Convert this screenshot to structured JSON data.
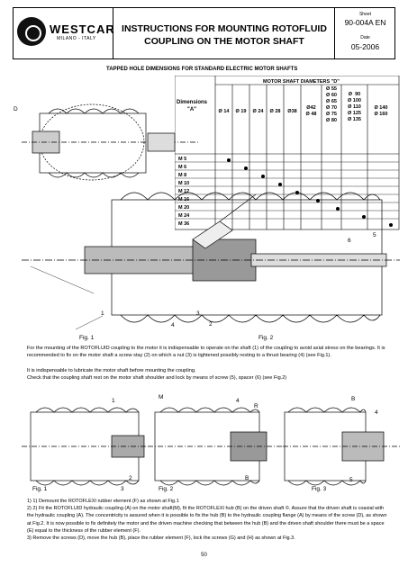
{
  "header": {
    "brand": "WESTCAR",
    "brand_sub": "MILANO - ITALY",
    "title_line1": "INSTRUCTIONS FOR MOUNTING ROTOFLUID",
    "title_line2": "COUPLING ON THE MOTOR SHAFT",
    "sheet_label": "Sheet",
    "sheet_value": "90-004A EN",
    "date_label": "Date",
    "date_value": "05-2006"
  },
  "table": {
    "heading": "TAPPED HOLE DIMENSIONS FOR STANDARD ELECTRIC MOTOR SHAFTS",
    "shaft_heading": "MOTOR SHAFT DIAMETERS \"D\"",
    "dims_label_1": "Dimensions",
    "dims_label_2": "\"A\"",
    "columns": [
      "Ø 14",
      "Ø 19",
      "Ø 24",
      "Ø 28",
      "Ø38",
      "Ø42\nØ 48",
      "Ø 55\nØ 60\nØ 65\nØ 70\nØ 75\nØ 80",
      "Ø  90\nØ 100\nØ 110\nØ 125\nØ 135",
      "Ø 140\nØ 160"
    ],
    "rows": [
      {
        "label": "M   5",
        "col": 0
      },
      {
        "label": "M   6",
        "col": 1
      },
      {
        "label": "M   8",
        "col": 2
      },
      {
        "label": "M 10",
        "col": 3
      },
      {
        "label": "M 12",
        "col": 4
      },
      {
        "label": "M 16",
        "col": 5
      },
      {
        "label": "M 20",
        "col": 6
      },
      {
        "label": "M 24",
        "col": 7
      },
      {
        "label": "M 36",
        "col": 8
      }
    ]
  },
  "figures": {
    "fig1": "Fig. 1",
    "fig2": "Fig. 2",
    "fig1b": "Fig. 1",
    "fig2b": "Fig. 2",
    "fig3": "Fig. 3",
    "dim_d": "D",
    "callouts_top": [
      "1",
      "4",
      "3",
      "2",
      "6",
      "5"
    ],
    "callouts_bottom": [
      "1",
      "M",
      "4",
      "R",
      "B",
      "4",
      "2",
      "3",
      "B",
      "5"
    ]
  },
  "text": {
    "para1": "For the mounting of the ROTOFLUID coupling to the motor it is indispensable to operate on the shaft (1) of the coupling to avoid axial stress on the bearings. It is recommended to fix on the motor shaft a screw stay (2) on which a nut (3) is tightened possibly resting to a thrust bearing (4) (see Fig.1).",
    "para2": "It is indispensable to lubricate the motor shaft before mounting the coupling.",
    "para3": "Check that the coupling shaft rest on the motor shaft shoulder and lock by means of screw (5), spacer (6) (see Fig.2)",
    "step1": "1)   1)  Demount the ROTOFLEXI rubber element (F) as shown at Fig.1",
    "step2": "2)   2)  Fit the ROTOFLUID hydraulic coupling (A) on the motor shaft(M), fit the ROTOFLEXI hub (B) on the driven shaft ©. Assure that the driven shaft is coaxial with the hydraulic coupling (A). The concentricity is assured when it is possible to fix the hub (B) to the hydraulic coupling flange (A) by means of the screw (D), as shown at Fig.2. It is now possible to fix definitely the motor and the driven machine checking that between the hub (B) and the driven shaft shoulder there must be a space (E) equal to the thickness of the rubber element (F).",
    "step3": "3)   Remove the screws (D), move the hub (B), place the rubber element (F), lock the screws (G) and  (H) as shown at Fig.3."
  },
  "page_number": "50"
}
